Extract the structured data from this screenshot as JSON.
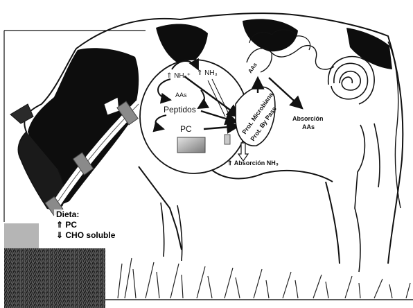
{
  "labels": {
    "nh4": "⇑ NH₄⁺",
    "nh3": "⇑ NH₃",
    "aas_rumen": "AAs",
    "peptidos": "Peptidos",
    "pc_rumen": "PC",
    "aas_small_intestine": "AAs",
    "prot_microbiana": "Prot. Microbiana",
    "prot_by_pass": "Prot. By Pass",
    "absorcion_aas_line1": "Absorción",
    "absorcion_aas_line2": "AAs",
    "absorcion_nh3": "⇑ Absorción NH₃"
  },
  "diet_box": {
    "title": "Dieta:",
    "line1": "⇑ PC",
    "line2": "⇓ CHO soluble"
  },
  "colors": {
    "ink": "#111111",
    "cow_black": "#0d0d0d",
    "esophagus_patch": "#8a8a8a",
    "grass_dark": "#3a3a3a"
  }
}
